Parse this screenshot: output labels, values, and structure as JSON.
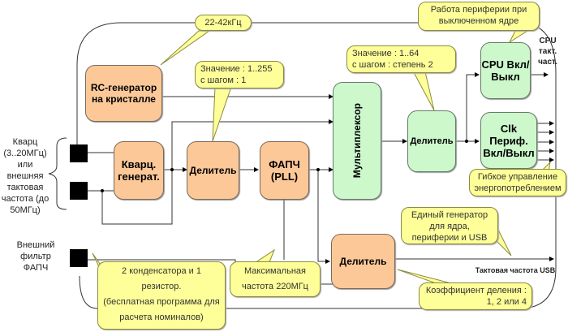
{
  "diagram": {
    "blocks": {
      "rc_oscillator": "RC-генератор на кристалле",
      "crystal_oscillator": "Кварц. генерат.",
      "divider_1": "Делитель",
      "pll": "ФАПЧ (PLL)",
      "multiplexer": "Мультиплексор",
      "divider_2": "Делитель",
      "cpu_switch": "CPU Вкл/ Выкл",
      "clk_periph": "Clk Периф. Вкл/Выкл",
      "usb_divider": "Делитель"
    },
    "labels": {
      "crystal_input": "Кварц (3..20МГц) или внешняя тактовая частота (до 50МГц)",
      "pll_filter": "Внешний фильтр ФАПЧ",
      "cpu_clock": "CPU такт. част.",
      "usb_clock": "Тактовая частота USB"
    },
    "notes": {
      "rc_freq": "22-42кГц",
      "divider_1_value": "Значение : 1..255\nс шагом : 1",
      "divider_2_value": "Значение : 1..64\nс шагом : степень 2",
      "periph_when_core_off": "Работа периферии при выключенном ядре",
      "power_management": "Гибкое управление энергопотреблением",
      "single_generator": "Единый генератор для ядра, периферии и USB",
      "filter_components": "2 конденсатора и 1 резистор.\n(бесплатная программа для расчета номиналов)",
      "max_freq": "Максимальная частота 220МГц",
      "usb_div_coef": "Коэффициент деления : 1, 2 или 4"
    }
  }
}
